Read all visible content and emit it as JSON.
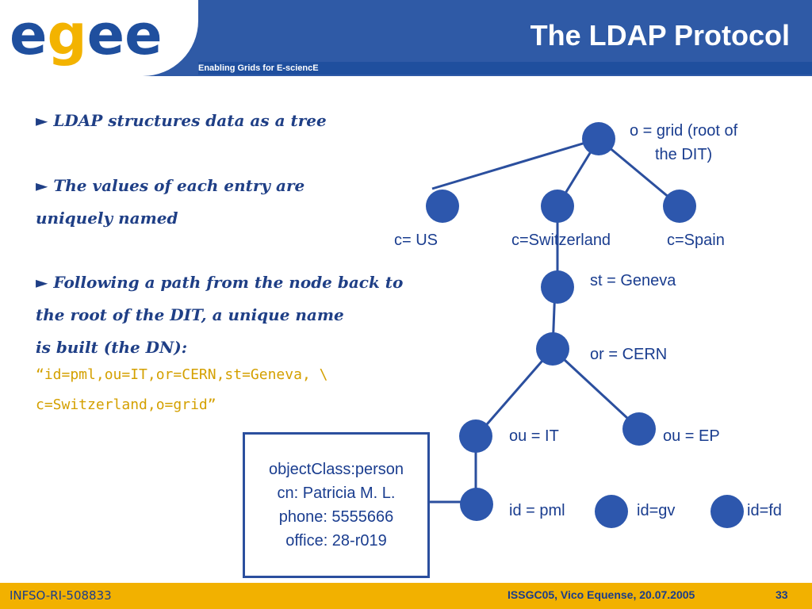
{
  "header": {
    "logo": "egee",
    "subtitle": "Enabling Grids for E-sciencE",
    "title": "The LDAP Protocol"
  },
  "bullets": [
    {
      "lines": [
        "► LDAP structures data as a tree"
      ]
    },
    {
      "lines": [
        "► The values of each entry are",
        " uniquely named"
      ]
    },
    {
      "lines": [
        "► Following a path from the node back to",
        "the root of the DIT, a unique name",
        "is built (the DN):"
      ]
    }
  ],
  "dn_example": [
    "“id=pml,ou=IT,or=CERN,st=Geneva, \\",
    "c=Switzerland,o=grid”"
  ],
  "tree": {
    "root": [
      "o = grid (root of",
      "the DIT)"
    ],
    "countries": [
      "c= US",
      "c=Switzerland",
      "c=Spain"
    ],
    "state": "st = Geneva",
    "org": "or = CERN",
    "units": [
      "ou = IT",
      "ou = EP"
    ],
    "ids": [
      "id = pml",
      "id=gv",
      "id=fd"
    ]
  },
  "entry": {
    "object_class": "objectClass:person",
    "cn": "cn: Patricia M. L.",
    "phone": "phone: 5555666",
    "office": "office: 28-r019"
  },
  "footer": {
    "left": "INFSO-RI-508833",
    "center": "ISSGC05, Vico Equense, 20.07.2005",
    "page": "33"
  },
  "colors": {
    "header_blue": "#2f5aa6",
    "logo_blue": "#1f4f9e",
    "logo_yellow": "#f3b300",
    "node_blue": "#2d57ad",
    "footer_gold": "#f2b100",
    "dn_gold": "#d4a000"
  }
}
